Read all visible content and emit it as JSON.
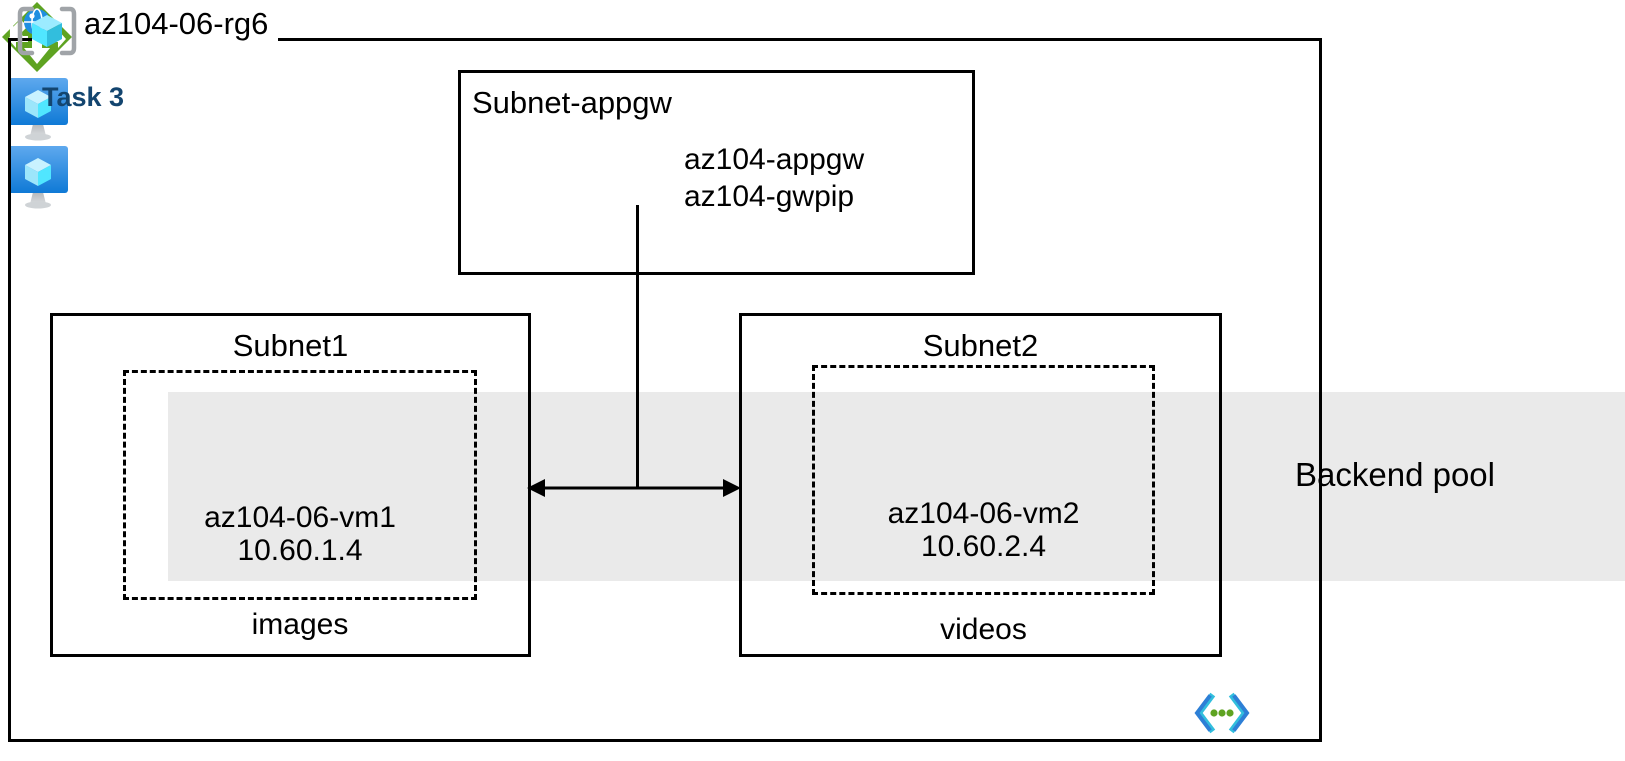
{
  "diagram": {
    "type": "azure-architecture",
    "title": "az104-06-rg6",
    "task_label": "Task 3",
    "resource_group": {
      "name": "az104-06-rg6",
      "icon": "resource-group-icon"
    },
    "backend_pool": {
      "label": "Backend pool",
      "band_color": "#eaeaea"
    },
    "subnets": [
      {
        "id": "subnet-appgw",
        "title": "Subnet-appgw",
        "resources": [
          {
            "name": "az104-appgw",
            "icon": "application-gateway-icon"
          },
          {
            "name": "az104-gwpip"
          }
        ]
      },
      {
        "id": "subnet1",
        "title": "Subnet1",
        "footer": "images",
        "vm": {
          "icon": "virtual-machine-icon",
          "name": "az104-06-vm1",
          "ip": "10.60.1.4"
        }
      },
      {
        "id": "subnet2",
        "title": "Subnet2",
        "footer": "videos",
        "vm": {
          "icon": "virtual-machine-icon",
          "name": "az104-06-vm2",
          "ip": "10.60.2.4"
        }
      }
    ],
    "connectors": [
      {
        "id": "appgw-to-subnets",
        "style": "solid-vertical"
      },
      {
        "id": "subnet1-subnet2-link",
        "style": "double-headed-arrow"
      }
    ],
    "icons": {
      "code-brackets": "template-code-icon"
    },
    "colors": {
      "task_text": "#13456f",
      "appgw_green": "#5ea321",
      "vm_blue": "#3392e0",
      "cube_cyan": "#50e6ff",
      "band_gray": "#eaeaea",
      "stroke": "#000000"
    }
  }
}
